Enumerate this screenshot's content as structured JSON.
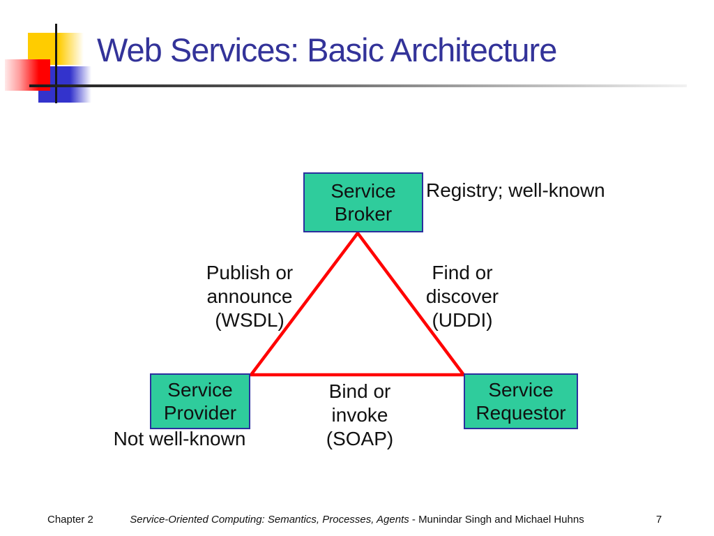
{
  "title": {
    "text": "Web Services: Basic Architecture",
    "color": "#333399"
  },
  "diagram": {
    "broker": {
      "label": "Service\nBroker"
    },
    "provider": {
      "label": "Service\nProvider"
    },
    "requestor": {
      "label": "Service\nRequestor"
    },
    "registry_note": "Registry; well-known",
    "provider_note": "Not well-known",
    "publish_label": "Publish or\nannounce\n(WSDL)",
    "find_label": "Find or\ndiscover\n(UDDI)",
    "bind_label": "Bind or\ninvoke\n(SOAP)",
    "colors": {
      "node_fill": "#2FCC9C",
      "node_border": "#2B2E9E",
      "connector": "#FF0000",
      "title": "#333399"
    }
  },
  "footer": {
    "chapter": "Chapter 2",
    "book_title": "Service-Oriented Computing: Semantics, Processes, Agents",
    "authors": " - Munindar Singh and Michael Huhns",
    "page": "7"
  }
}
